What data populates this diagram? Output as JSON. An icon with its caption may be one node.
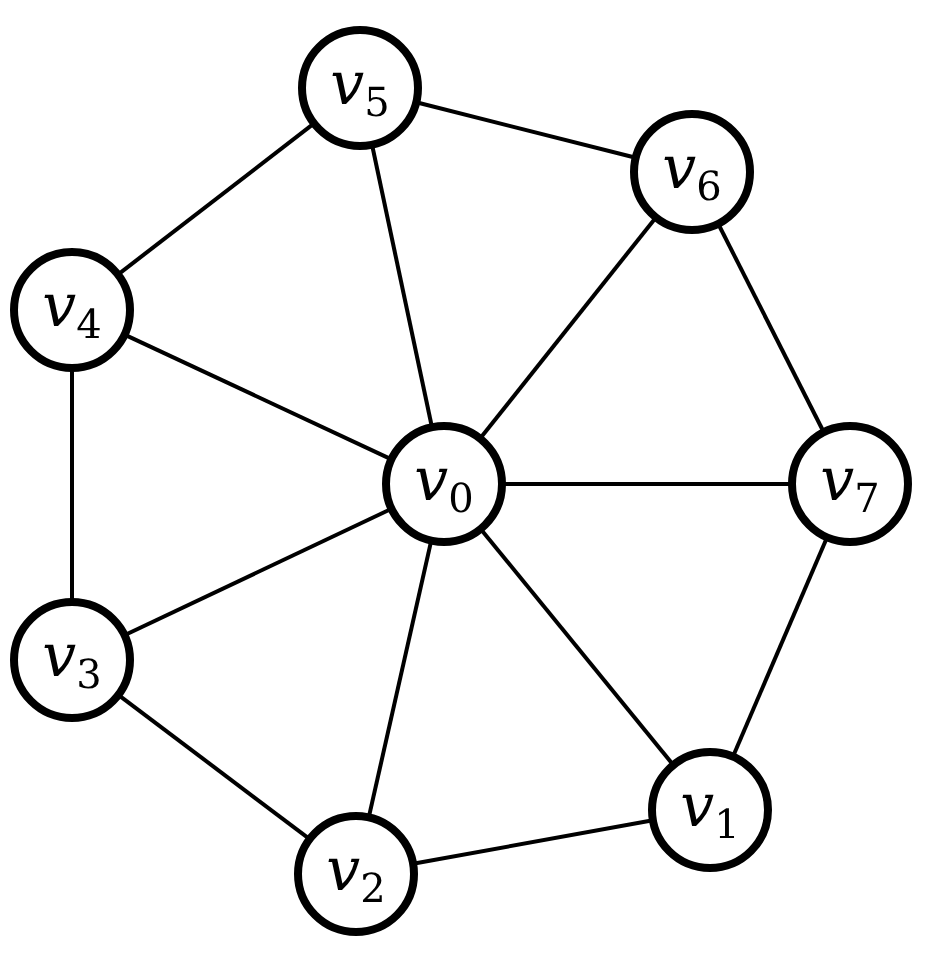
{
  "diagram": {
    "nodes": [
      {
        "text": [
          "*v*$_{5}$"
        ]
      },
      {
        "text": [
          "*v*$_{6}$"
        ]
      },
      {
        "text": [
          "*v*$_{4}$"
        ]
      },
      {
        "text": [
          "*v*$_{0}$"
        ]
      },
      {
        "text": [
          "*v*$_{7}$"
        ]
      },
      {
        "text": [
          "*v*$_{3}$"
        ]
      },
      {
        "text": [
          "*v*$_{1}$"
        ]
      },
      {
        "text": [
          "*v*$_{2}$"
        ]
      }
    ],
    "edges": [
      {
        "from": 3,
        "to": 6,
        "arrow": "none"
      },
      {
        "from": 3,
        "to": 7,
        "arrow": "none"
      },
      {
        "from": 3,
        "to": 5,
        "arrow": "none"
      },
      {
        "from": 3,
        "to": 2,
        "arrow": "none"
      },
      {
        "from": 3,
        "to": 0,
        "arrow": "none"
      },
      {
        "from": 3,
        "to": 1,
        "arrow": "none"
      },
      {
        "from": 3,
        "to": 4,
        "arrow": "none"
      },
      {
        "from": 6,
        "to": 7,
        "arrow": "none"
      },
      {
        "from": 7,
        "to": 5,
        "arrow": "none"
      },
      {
        "from": 5,
        "to": 2,
        "arrow": "none"
      },
      {
        "from": 2,
        "to": 0,
        "arrow": "none"
      },
      {
        "from": 0,
        "to": 1,
        "arrow": "none"
      },
      {
        "from": 1,
        "to": 4,
        "arrow": "none"
      },
      {
        "from": 4,
        "to": 6,
        "arrow": "none"
      }
    ]
  }
}
